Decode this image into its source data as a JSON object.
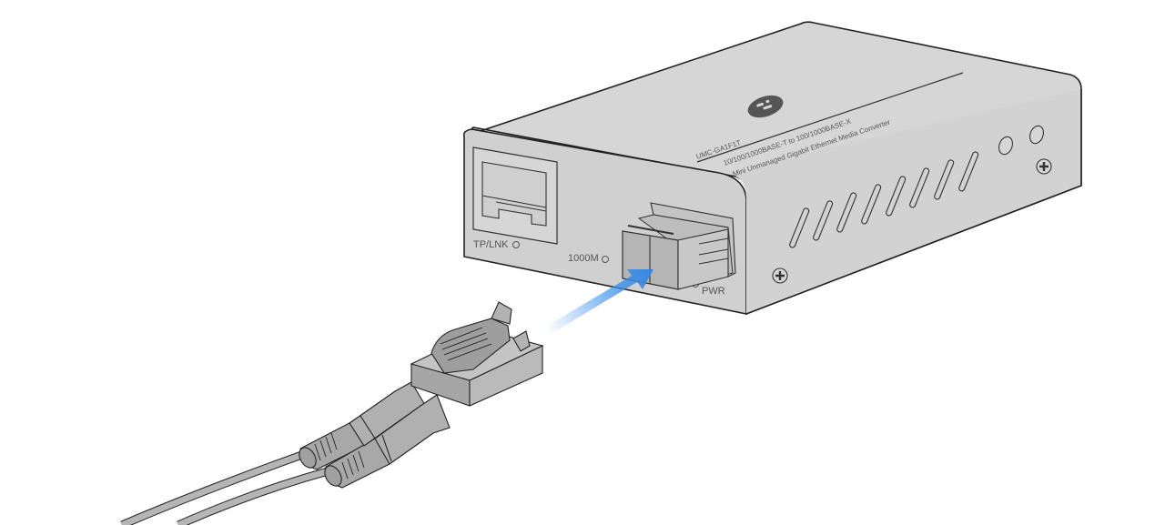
{
  "device": {
    "model": "UMC-GA1F1T",
    "spec_line": "10/100/1000BASE-T to 100/1000BASE-X",
    "description": "Mini Unmanaged Gigabit Ethernet Media Converter",
    "port_labels": {
      "tp_link": "TP/LNK",
      "speed": "1000M",
      "power": "PWR"
    }
  },
  "illustration": {
    "subject": "Inserting LC duplex fiber connector into SFP module of media converter",
    "arrow_color": "#3a8ee8",
    "body_color": "#d4d4d4",
    "outline_color": "#222222",
    "connector_color": "#b0b0b0"
  }
}
